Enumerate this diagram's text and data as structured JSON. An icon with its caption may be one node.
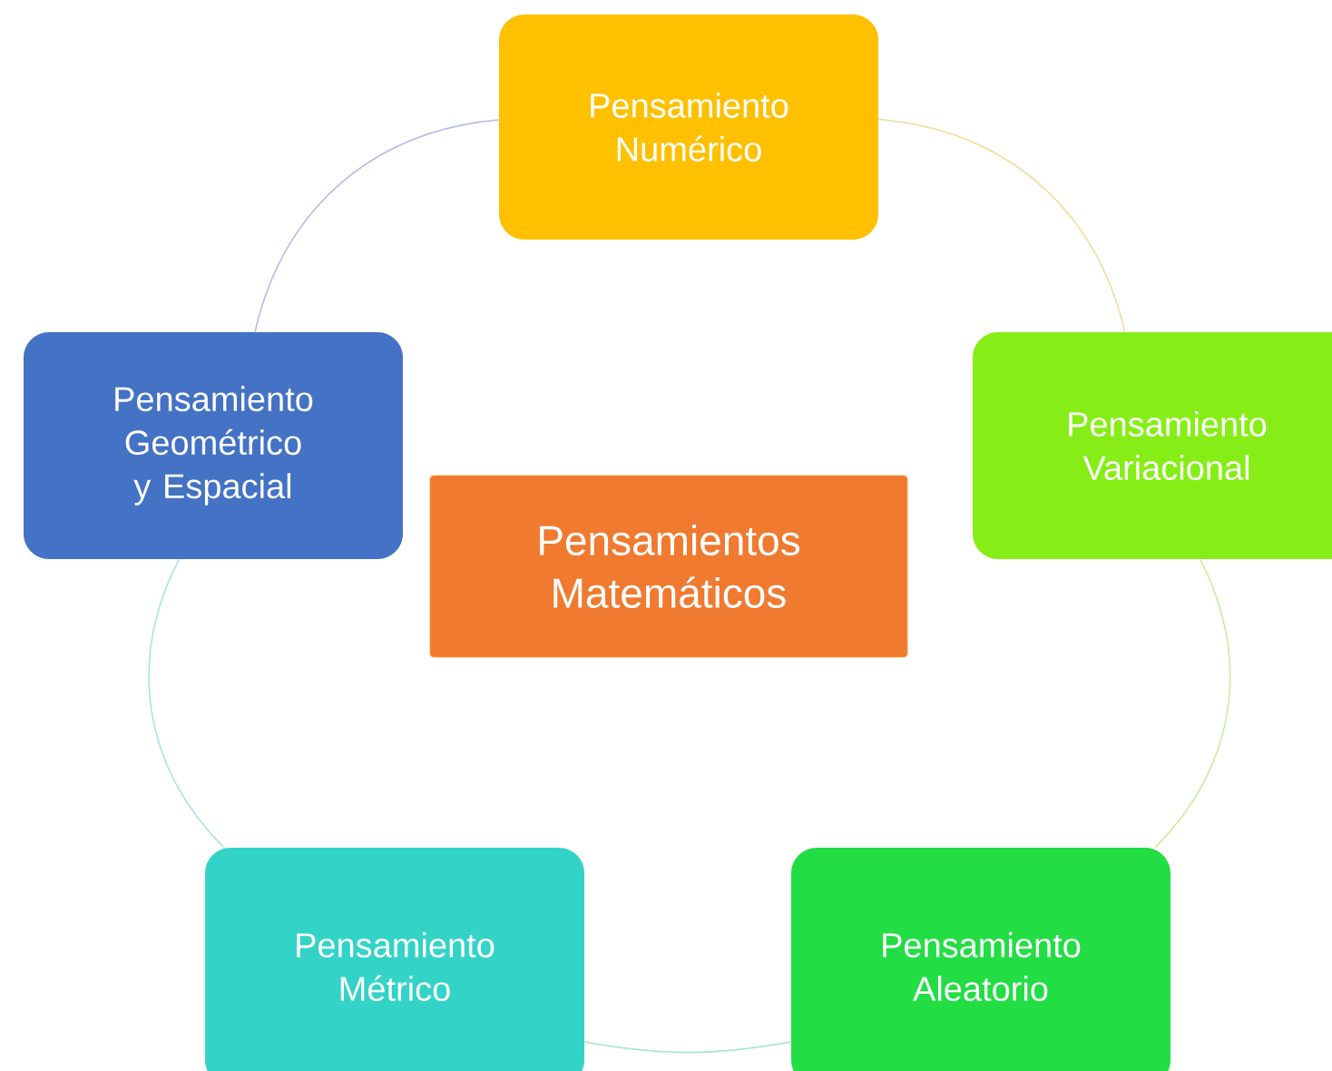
{
  "diagram": {
    "nodes": [
      {
        "text": [
          "Pensamientos Matemáticos"
        ]
      },
      {
        "text": [
          "Pensamiento Numérico"
        ]
      },
      {
        "text": [
          "Pensamiento Variacional"
        ]
      },
      {
        "text": [
          "Pensamiento Aleatorio"
        ]
      },
      {
        "text": [
          "Pensamiento Métrico"
        ]
      },
      {
        "text": [
          "Pensamiento Geométrico y Espacial"
        ]
      }
    ],
    "edges": [
      {
        "from": 1,
        "to": 2,
        "arrow": "none",
        "color": "#f5dc9a"
      },
      {
        "from": 2,
        "to": 3,
        "arrow": "none",
        "color": "#c4f09a"
      },
      {
        "from": 3,
        "to": 4,
        "arrow": "none",
        "color": "#9ee8c0"
      },
      {
        "from": 4,
        "to": 5,
        "arrow": "none",
        "color": "#a6e4e8"
      },
      {
        "from": 5,
        "to": 1,
        "arrow": "none",
        "color": "#b3bde8"
      }
    ]
  }
}
